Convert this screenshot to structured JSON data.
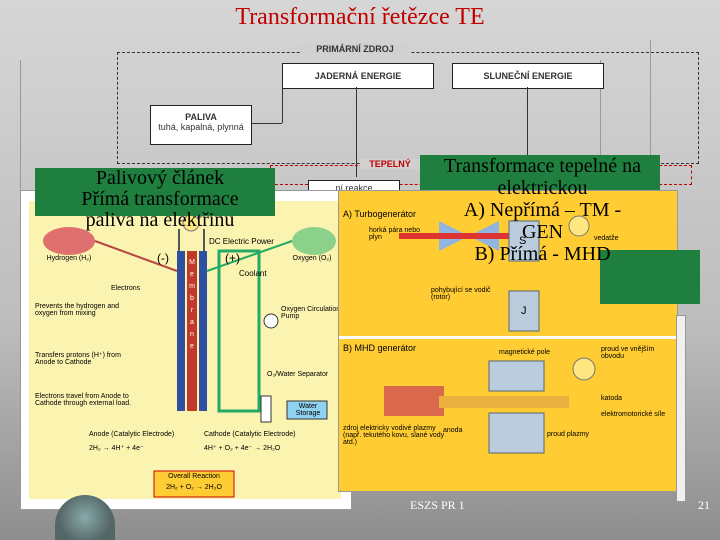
{
  "title": "Transformační řetězce TE",
  "schema": {
    "primary_source": "PRIMÁRNÍ ZDROJ",
    "nuclear": "JADERNÁ ENERGIE",
    "solar": "SLUNEČNÍ ENERGIE",
    "fuel_title": "PALIVA",
    "fuel_sub": "tuhá, kapalná, plynná",
    "thermal": "TEPELNÝ",
    "reaction": "ní reakce"
  },
  "fuel_cell_box": {
    "line1": "Palivový článek",
    "line2": "Přímá transformace",
    "line3": "paliva na elektřinu"
  },
  "thermal_box": {
    "line1": "Transformace tepelné na",
    "line2": "elektrickou",
    "line3": "A) Nepřímá – TM -",
    "line4": "GEN",
    "line5": "B) Přímá - MHD"
  },
  "fuel_cell": {
    "dc": "DC Electric Power",
    "minus": "(-)",
    "plus": "(+)",
    "hydrogen": "Hydrogen (H₂)",
    "oxygen": "Oxygen (O₂)",
    "coolant": "Coolant",
    "electrons": "Electrons",
    "prevent": "Prevents the hydrogen and oxygen from mixing",
    "transfers": "Transfers protons (H⁺) from Anode to Cathode",
    "electrons_travel": "Electrons travel from Anode to Cathode through external load.",
    "pump": "Oxygen Circulation Pump",
    "separator": "O₂/Water Separator",
    "storage": "Water Storage",
    "anode": "Anode (Catalytic Electrode)",
    "cathode": "Cathode (Catalytic Electrode)",
    "anode_eq": "2H₂ → 4H⁺ + 4e⁻",
    "cathode_eq": "4H⁺ + O₂ + 4e⁻ → 2H₂O",
    "overall_title": "Overall Reaction",
    "overall_eq": "2H₂ + O₂ → 2H₂O",
    "membrane": [
      "M",
      "e",
      "m",
      "b",
      "r",
      "a",
      "n",
      "e"
    ]
  },
  "generator": {
    "a_title": "A) Turbogenerátor",
    "steam": "horká pára nebo plyn",
    "rotating": "pohybující se vodič (rotor)",
    "b_title": "B) MHD generátor",
    "magnetic": "magnetické pole",
    "current_out": "proud ve vnějším obvodu",
    "electrode": "katoda",
    "emf": "elektromotorické síle",
    "source": "zdroj elektricky vodivé plazmy (např. tekutého kovu, slané vody atd.)",
    "anode": "anoda",
    "plasma_flow": "proud plazmy",
    "S": "S",
    "J": "J",
    "dynamo": "vedatže"
  },
  "footer": {
    "course": "ESZS PR 1",
    "page": "21"
  },
  "colors": {
    "title": "#c00000",
    "green_box": "#1e7f3e",
    "generator_bg": "#ffcc33",
    "fuelcell_bg": "#fbf3b0"
  }
}
